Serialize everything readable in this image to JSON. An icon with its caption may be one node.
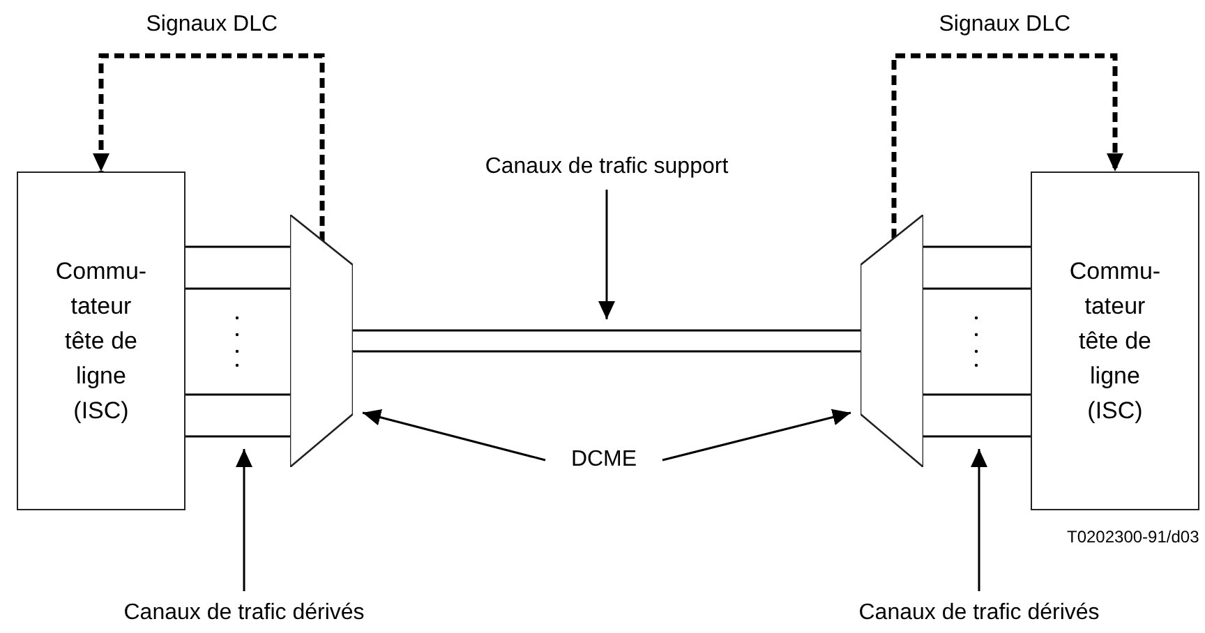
{
  "diagram": {
    "nodes": [
      {
        "text": [
          "Commu- tateur tête de ligne (ISC)"
        ]
      },
      {
        "text": [],
        "shape": "trapezoid"
      },
      {
        "text": [],
        "shape": "trapezoid"
      },
      {
        "text": [
          "Commu- tateur tête de ligne (ISC)"
        ]
      },
      {
        "text": [
          "Canaux de trafic support"
        ]
      },
      {
        "text": [
          "DCME"
        ]
      },
      {
        "text": [
          "Canaux de trafic dérivés"
        ]
      },
      {
        "text": [
          "Canaux de trafic dérivés"
        ]
      }
    ],
    "edges": [
      {
        "from": 0,
        "to": 1,
        "arrow": "none"
      },
      {
        "from": 0,
        "to": 1,
        "arrow": "none"
      },
      {
        "from": 0,
        "to": 1,
        "arrow": "none"
      },
      {
        "from": 0,
        "to": 1,
        "arrow": "none"
      },
      {
        "from": 1,
        "to": 2,
        "arrow": "none"
      },
      {
        "from": 1,
        "to": 2,
        "arrow": "none"
      },
      {
        "from": 2,
        "to": 3,
        "arrow": "none"
      },
      {
        "from": 2,
        "to": 3,
        "arrow": "none"
      },
      {
        "from": 2,
        "to": 3,
        "arrow": "none"
      },
      {
        "from": 2,
        "to": 3,
        "arrow": "none"
      },
      {
        "from": 1,
        "to": 0,
        "arrow": "to",
        "style": "dashed",
        "label": "Signaux DLC"
      },
      {
        "from": 2,
        "to": 3,
        "arrow": "to",
        "style": "dashed",
        "label": "Signaux DLC"
      },
      {
        "from": 4,
        "to": null,
        "arrow": "to"
      },
      {
        "from": 5,
        "to": 1,
        "arrow": "to"
      },
      {
        "from": 5,
        "to": 2,
        "arrow": "to"
      },
      {
        "from": 6,
        "to": null,
        "arrow": "to"
      },
      {
        "from": 7,
        "to": null,
        "arrow": "to"
      }
    ],
    "labels": [
      "T0202300-91/d03"
    ]
  }
}
